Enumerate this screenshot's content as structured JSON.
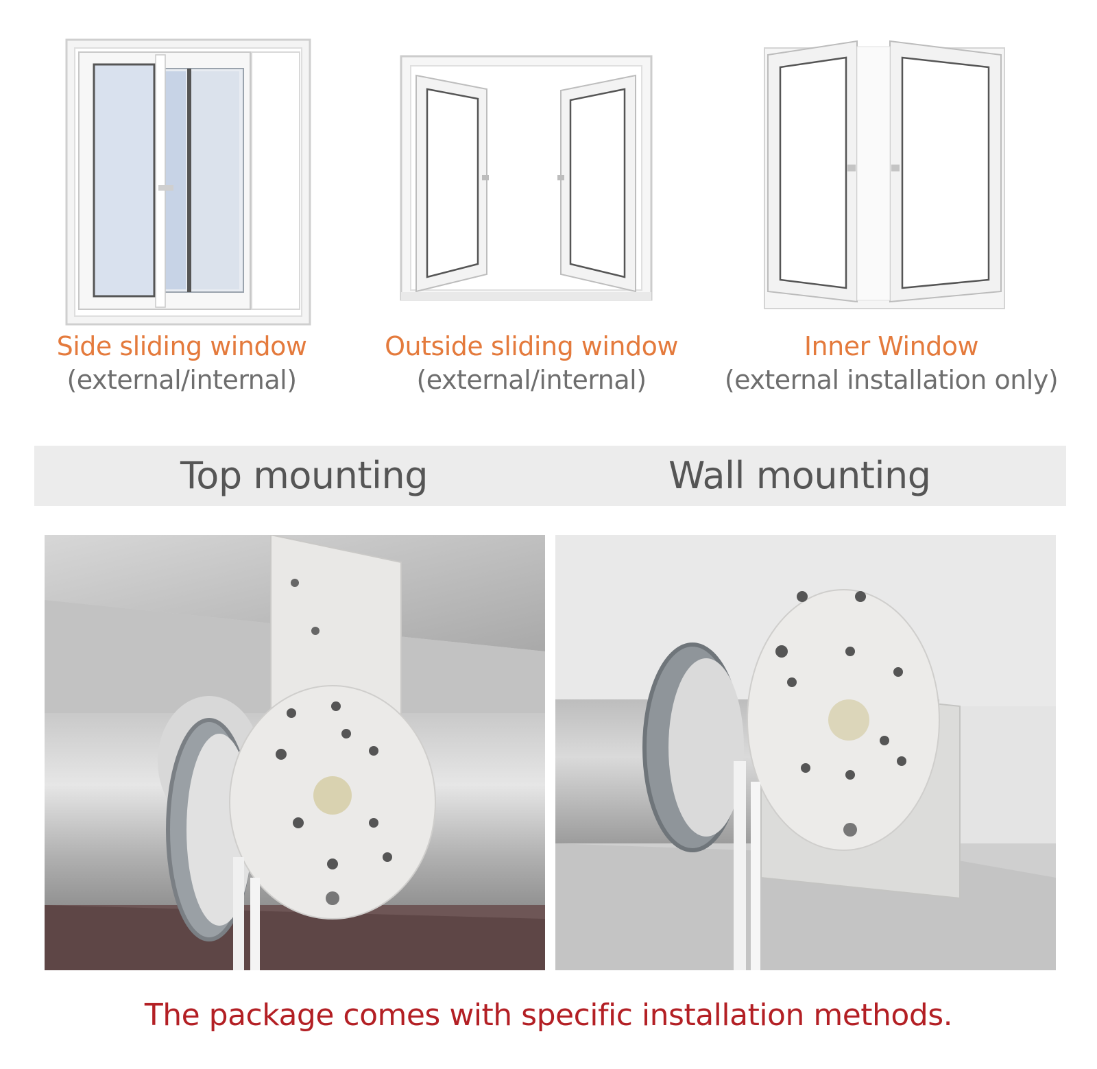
{
  "colors": {
    "title_orange": "#e47a3c",
    "footer_red": "#b31f24",
    "band_gray": "#ececec",
    "label_gray": "#555555"
  },
  "window_types": [
    {
      "title": "Side sliding window",
      "subtitle": "(external/internal)",
      "icon": "sliding-window-illustration"
    },
    {
      "title": "Outside sliding window",
      "subtitle": "(external/internal)",
      "icon": "outward-casement-window-illustration"
    },
    {
      "title": "Inner Window",
      "subtitle": "(external installation only)",
      "icon": "inward-casement-window-illustration"
    }
  ],
  "mounting": {
    "top_label": "Top mounting",
    "wall_label": "Wall mounting"
  },
  "photos": [
    {
      "icon": "top-mount-bracket-photo"
    },
    {
      "icon": "wall-mount-bracket-photo"
    }
  ],
  "footer": {
    "note": "The package comes with specific installation methods."
  }
}
